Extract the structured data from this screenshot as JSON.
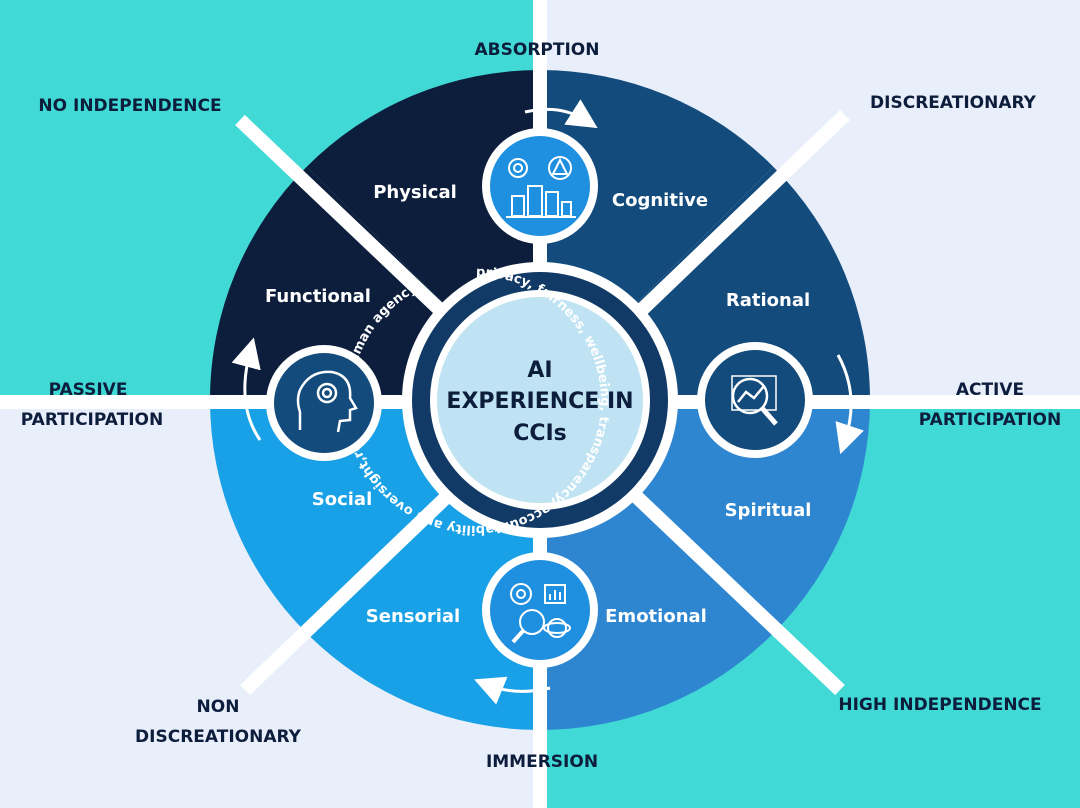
{
  "center": {
    "line1": "AI",
    "line2": "EXPERIENCE IN",
    "line3": "CCIs"
  },
  "ring_text": "privacy, fairness, wellbeing, transparency, accountability and oversight,respect for human agency,",
  "sectors": {
    "physical": "Physical",
    "cognitive": "Cognitive",
    "rational": "Rational",
    "spiritual": "Spiritual",
    "emotional": "Emotional",
    "sensorial": "Sensorial",
    "social": "Social",
    "functional": "Functional"
  },
  "axes": {
    "top": "ABSORPTION",
    "bottom": "IMMERSION",
    "left_line1": "PASSIVE",
    "left_line2": "PARTICIPATION",
    "right_line1": "ACTIVE",
    "right_line2": "PARTICIPATION",
    "top_left": "NO INDEPENDENCE",
    "top_right": "DISCREATIONARY",
    "bottom_left_line1": "NON",
    "bottom_left_line2": "DISCREATIONARY",
    "bottom_right": "HIGH INDEPENDENCE"
  },
  "icons": {
    "top": "city-insight-icon",
    "left": "mind-gear-icon",
    "right": "analytics-magnifier-icon",
    "bottom": "data-tools-icon"
  },
  "colors": {
    "background": "#e9eefb",
    "teal": "#40d9d6",
    "navy": "#0d1e3d",
    "blue_dark": "#124b7c",
    "blue_mid": "#2e86d0",
    "blue_light": "#18a1e6",
    "center": "#bfe3f2"
  }
}
